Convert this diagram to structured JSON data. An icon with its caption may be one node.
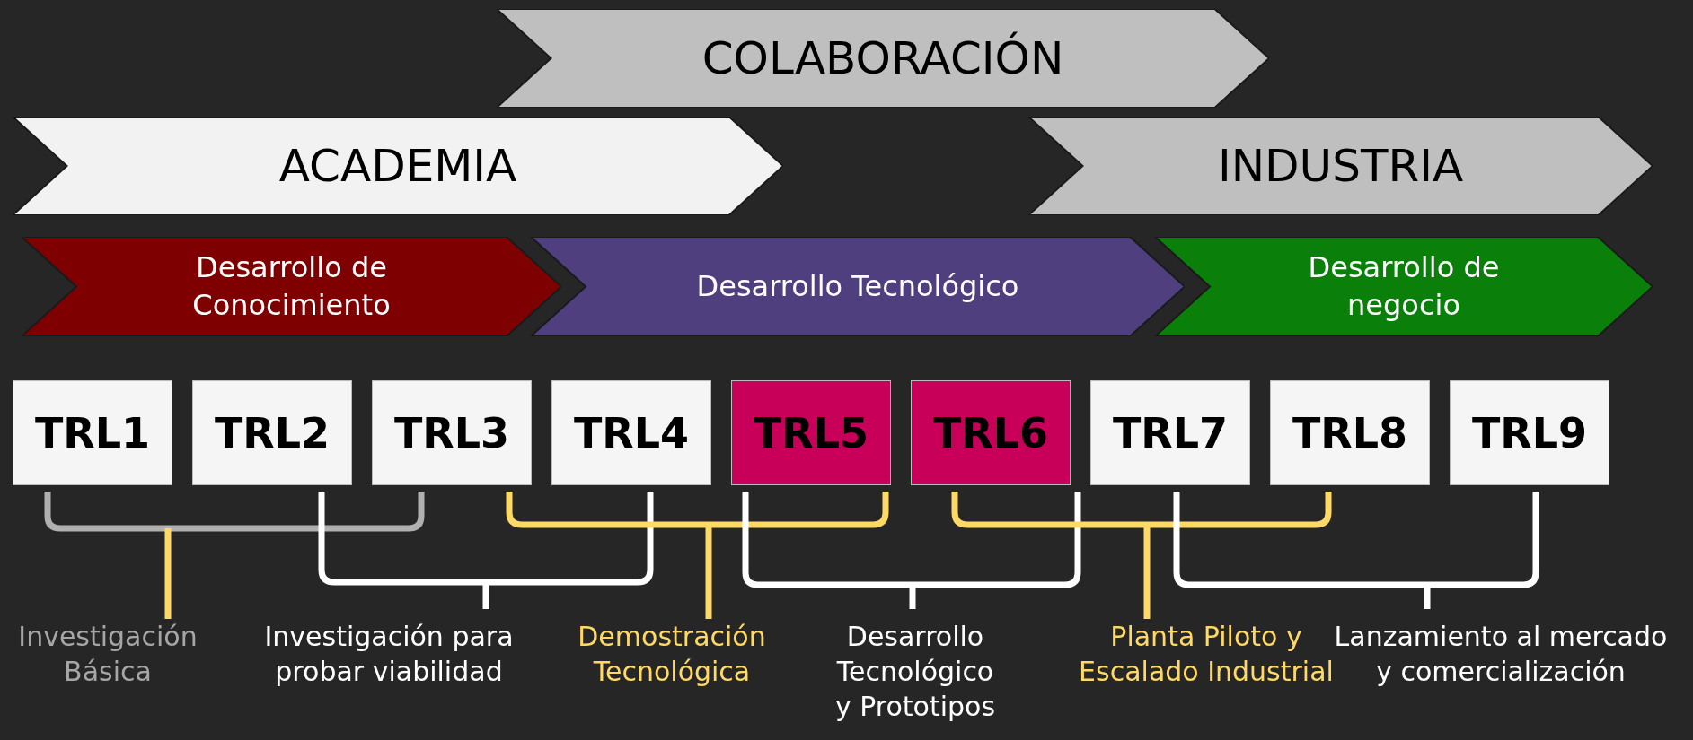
{
  "diagram": {
    "nodes": [
      {
        "text": [
          "COLABORACIÓN"
        ]
      },
      {
        "text": [
          "ACADEMIA"
        ]
      },
      {
        "text": [
          "INDUSTRIA"
        ]
      },
      {
        "text": [
          "Desarrollo de Conocimiento"
        ]
      },
      {
        "text": [
          "Desarrollo Tecnológico"
        ]
      },
      {
        "text": [
          "Desarrollo de negocio"
        ]
      },
      {
        "text": [
          "TRL1"
        ]
      },
      {
        "text": [
          "TRL2"
        ]
      },
      {
        "text": [
          "TRL3"
        ]
      },
      {
        "text": [
          "TRL4"
        ]
      },
      {
        "text": [
          "TRL5"
        ]
      },
      {
        "text": [
          "TRL6"
        ]
      },
      {
        "text": [
          "TRL7"
        ]
      },
      {
        "text": [
          "TRL8"
        ]
      },
      {
        "text": [
          "TRL9"
        ]
      }
    ],
    "edges": [],
    "labels": [
      "Investigación Básica",
      "Investigación para probar viabilidad",
      "Demostración Tecnológica",
      "Desarrollo Tecnológico y Prototipos",
      "Planta Piloto y Escalado Industrial",
      "Lanzamiento al mercado y comercialización"
    ]
  }
}
